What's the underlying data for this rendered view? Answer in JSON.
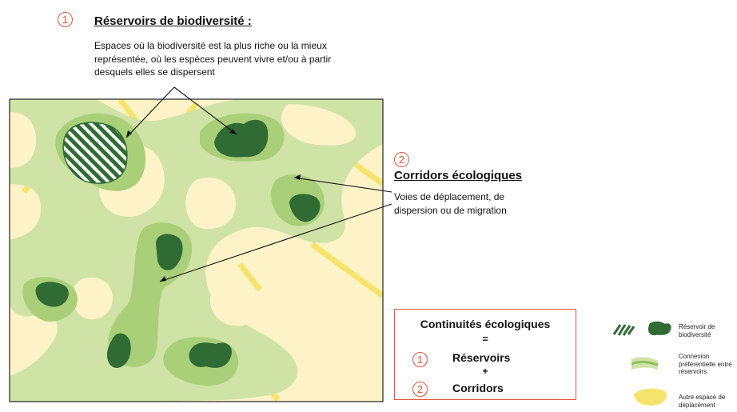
{
  "header": {
    "marker_1": "1",
    "title": "Réservoirs de biodiversité :",
    "description": "Espaces où la biodiversité est la plus riche ou la mieux représentée, où les espèces peuvent vivre et/ou à partir desquels elles se dispersent"
  },
  "corridors": {
    "marker_2": "2",
    "title": "Corridors écologiques",
    "description": "Voies de déplacement, de dispersion ou de migration"
  },
  "summary_box": {
    "title": "Continuités écologiques",
    "equals": "=",
    "marker_1": "1",
    "item_1": "Réservoirs",
    "plus": "+",
    "marker_2": "2",
    "item_2": "Corridors"
  },
  "legend": {
    "reservoir": "Réservoir de biodiversité",
    "connexion": "Connexion préférentielle entre réservoirs",
    "autre": "Autre espace de déplacement"
  },
  "colors": {
    "background_cream": "#fdf3c6",
    "light_green": "#cfe3a6",
    "mid_green": "#a9cf78",
    "dark_green": "#2f6b33",
    "yellow_band": "#f5e36b",
    "accent_red": "#e8553a"
  }
}
